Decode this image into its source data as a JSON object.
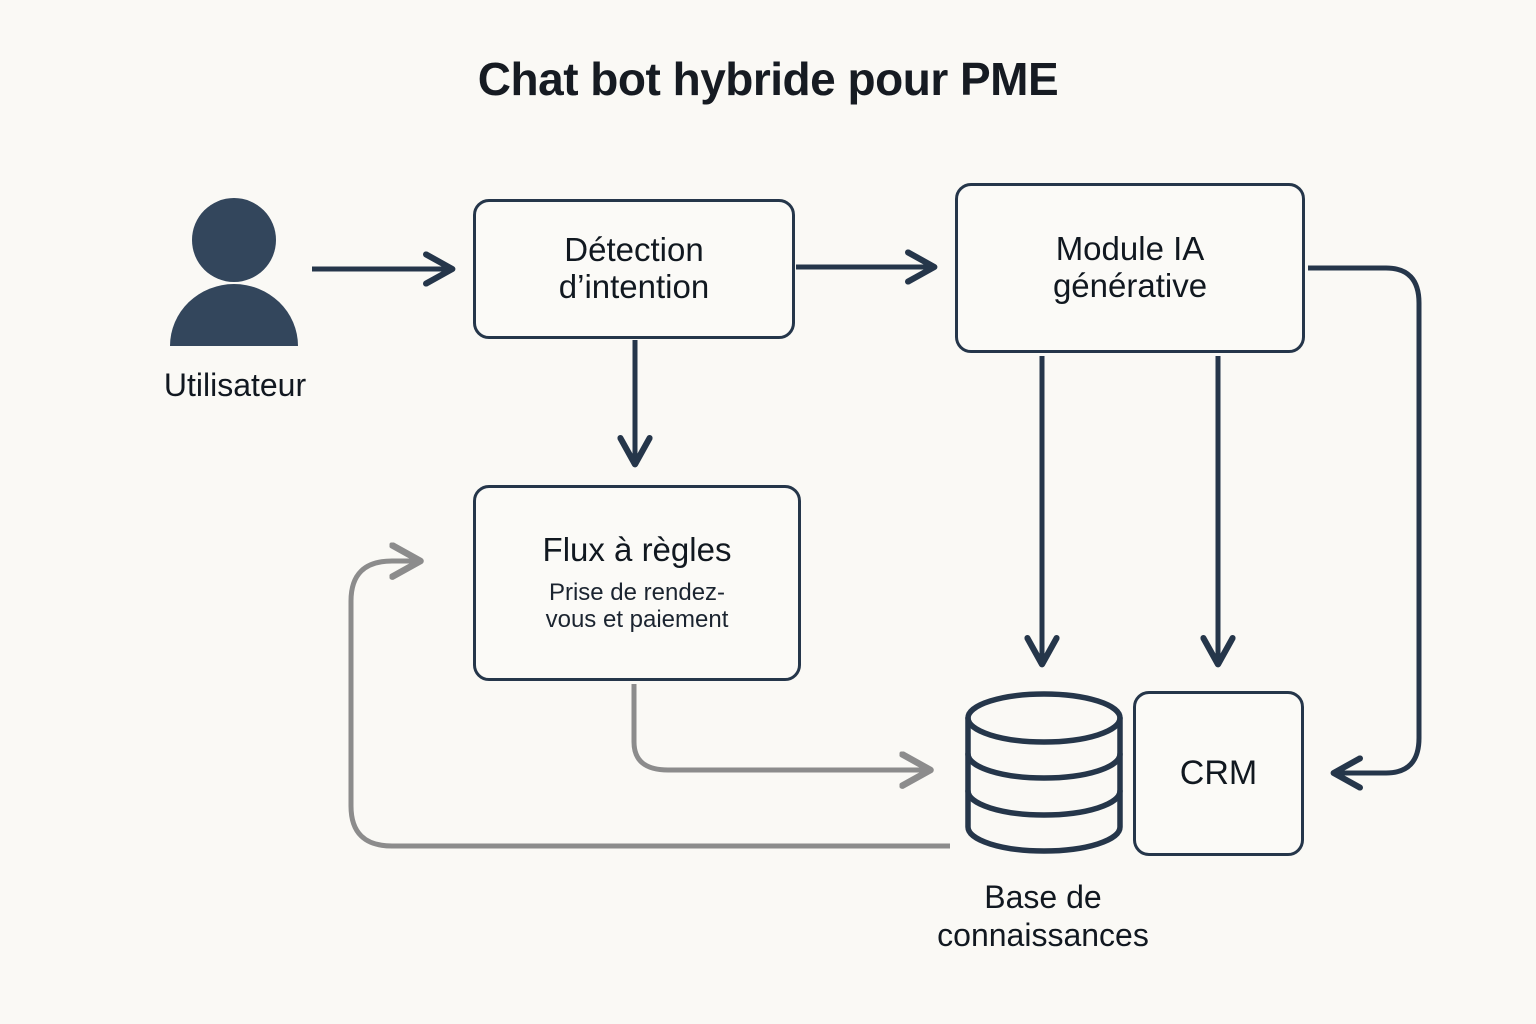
{
  "page": {
    "title": "Chat bot hybride pour PME",
    "background_color": "#faf9f5",
    "stroke_color": "#25364a",
    "secondary_stroke_color": "#8c8c8c",
    "text_color": "#111820"
  },
  "nodes": {
    "user": {
      "label": "Utilisateur",
      "icon": "user-icon",
      "color": "#33465c"
    },
    "detection": {
      "title": "Détection\nd’intention"
    },
    "genai": {
      "title": "Module IA\ngénérative"
    },
    "rules": {
      "title": "Flux à règles",
      "subtitle": "Prise de rendez-\nvous et paiement"
    },
    "knowledge_base": {
      "label": "Base de\nconnaissances",
      "icon": "database-icon"
    },
    "crm": {
      "title": "CRM"
    }
  },
  "connections": [
    {
      "id": "user-to-detection",
      "from": "user",
      "to": "detection",
      "style": "solid-dark",
      "direction": "right"
    },
    {
      "id": "detection-to-genai",
      "from": "detection",
      "to": "genai",
      "style": "solid-dark",
      "direction": "right"
    },
    {
      "id": "detection-to-rules",
      "from": "detection",
      "to": "rules",
      "style": "solid-dark",
      "direction": "down"
    },
    {
      "id": "genai-to-knowledge-base",
      "from": "genai",
      "to": "knowledge_base",
      "style": "solid-dark",
      "direction": "down"
    },
    {
      "id": "genai-to-crm",
      "from": "genai",
      "to": "crm",
      "style": "solid-dark",
      "direction": "down"
    },
    {
      "id": "genai-loop-to-crm",
      "from": "genai",
      "to": "crm",
      "style": "solid-dark",
      "direction": "left"
    },
    {
      "id": "rules-to-knowledge-base",
      "from": "rules",
      "to": "knowledge_base",
      "style": "solid-gray",
      "direction": "right"
    },
    {
      "id": "knowledge-base-to-rules",
      "from": "knowledge_base",
      "to": "rules",
      "style": "solid-gray",
      "direction": "right"
    }
  ]
}
